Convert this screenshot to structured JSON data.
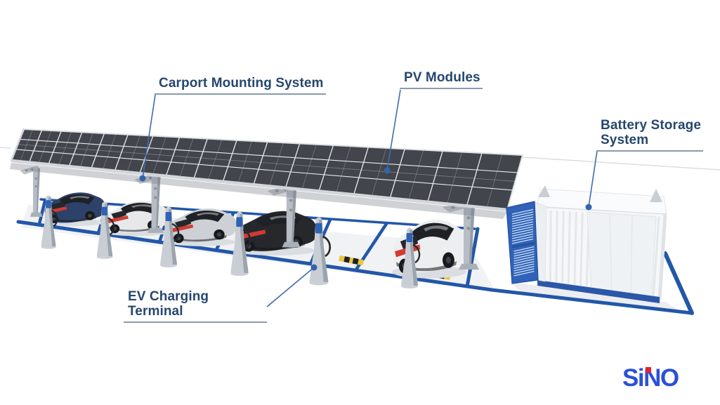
{
  "labels": {
    "carport": "Carport Mounting System",
    "pv": "PV Modules",
    "battery": "Battery Storage System",
    "ev": "EV Charging Terminal"
  },
  "logo": {
    "text": "SiNO",
    "color": "#2B50D8",
    "dot_color": "#E62129"
  },
  "scene": {
    "palette": {
      "label_text": "#26476E",
      "underline": "#8B9AAC",
      "leader": "#3E6CAE",
      "dot": "#3464A8",
      "lot_line": "#2257A8",
      "panel": "#42464C",
      "panel_grid": "#E9EBEE",
      "structure": "#B7BDC5",
      "accent_screen": "#2D62B5",
      "container_blue": "#2F62B8",
      "container_base": "#2B57A8",
      "taillight": "#D23B33",
      "wheelstop": "#E9C73B"
    },
    "canopy": {
      "cols": 17,
      "rows": 3
    },
    "cars": [
      {
        "name": "navy-sedan",
        "color": "#2E4168"
      },
      {
        "name": "white-sedan",
        "color": "#E6E8EA"
      },
      {
        "name": "silver-sedan",
        "color": "#CDD1D6"
      },
      {
        "name": "black-sedan",
        "color": "#26282C"
      },
      {
        "name": "white-suv",
        "color": "#ECEEF0"
      }
    ],
    "terminal_count": 6,
    "post_count": 4,
    "parking_bays": 6
  }
}
